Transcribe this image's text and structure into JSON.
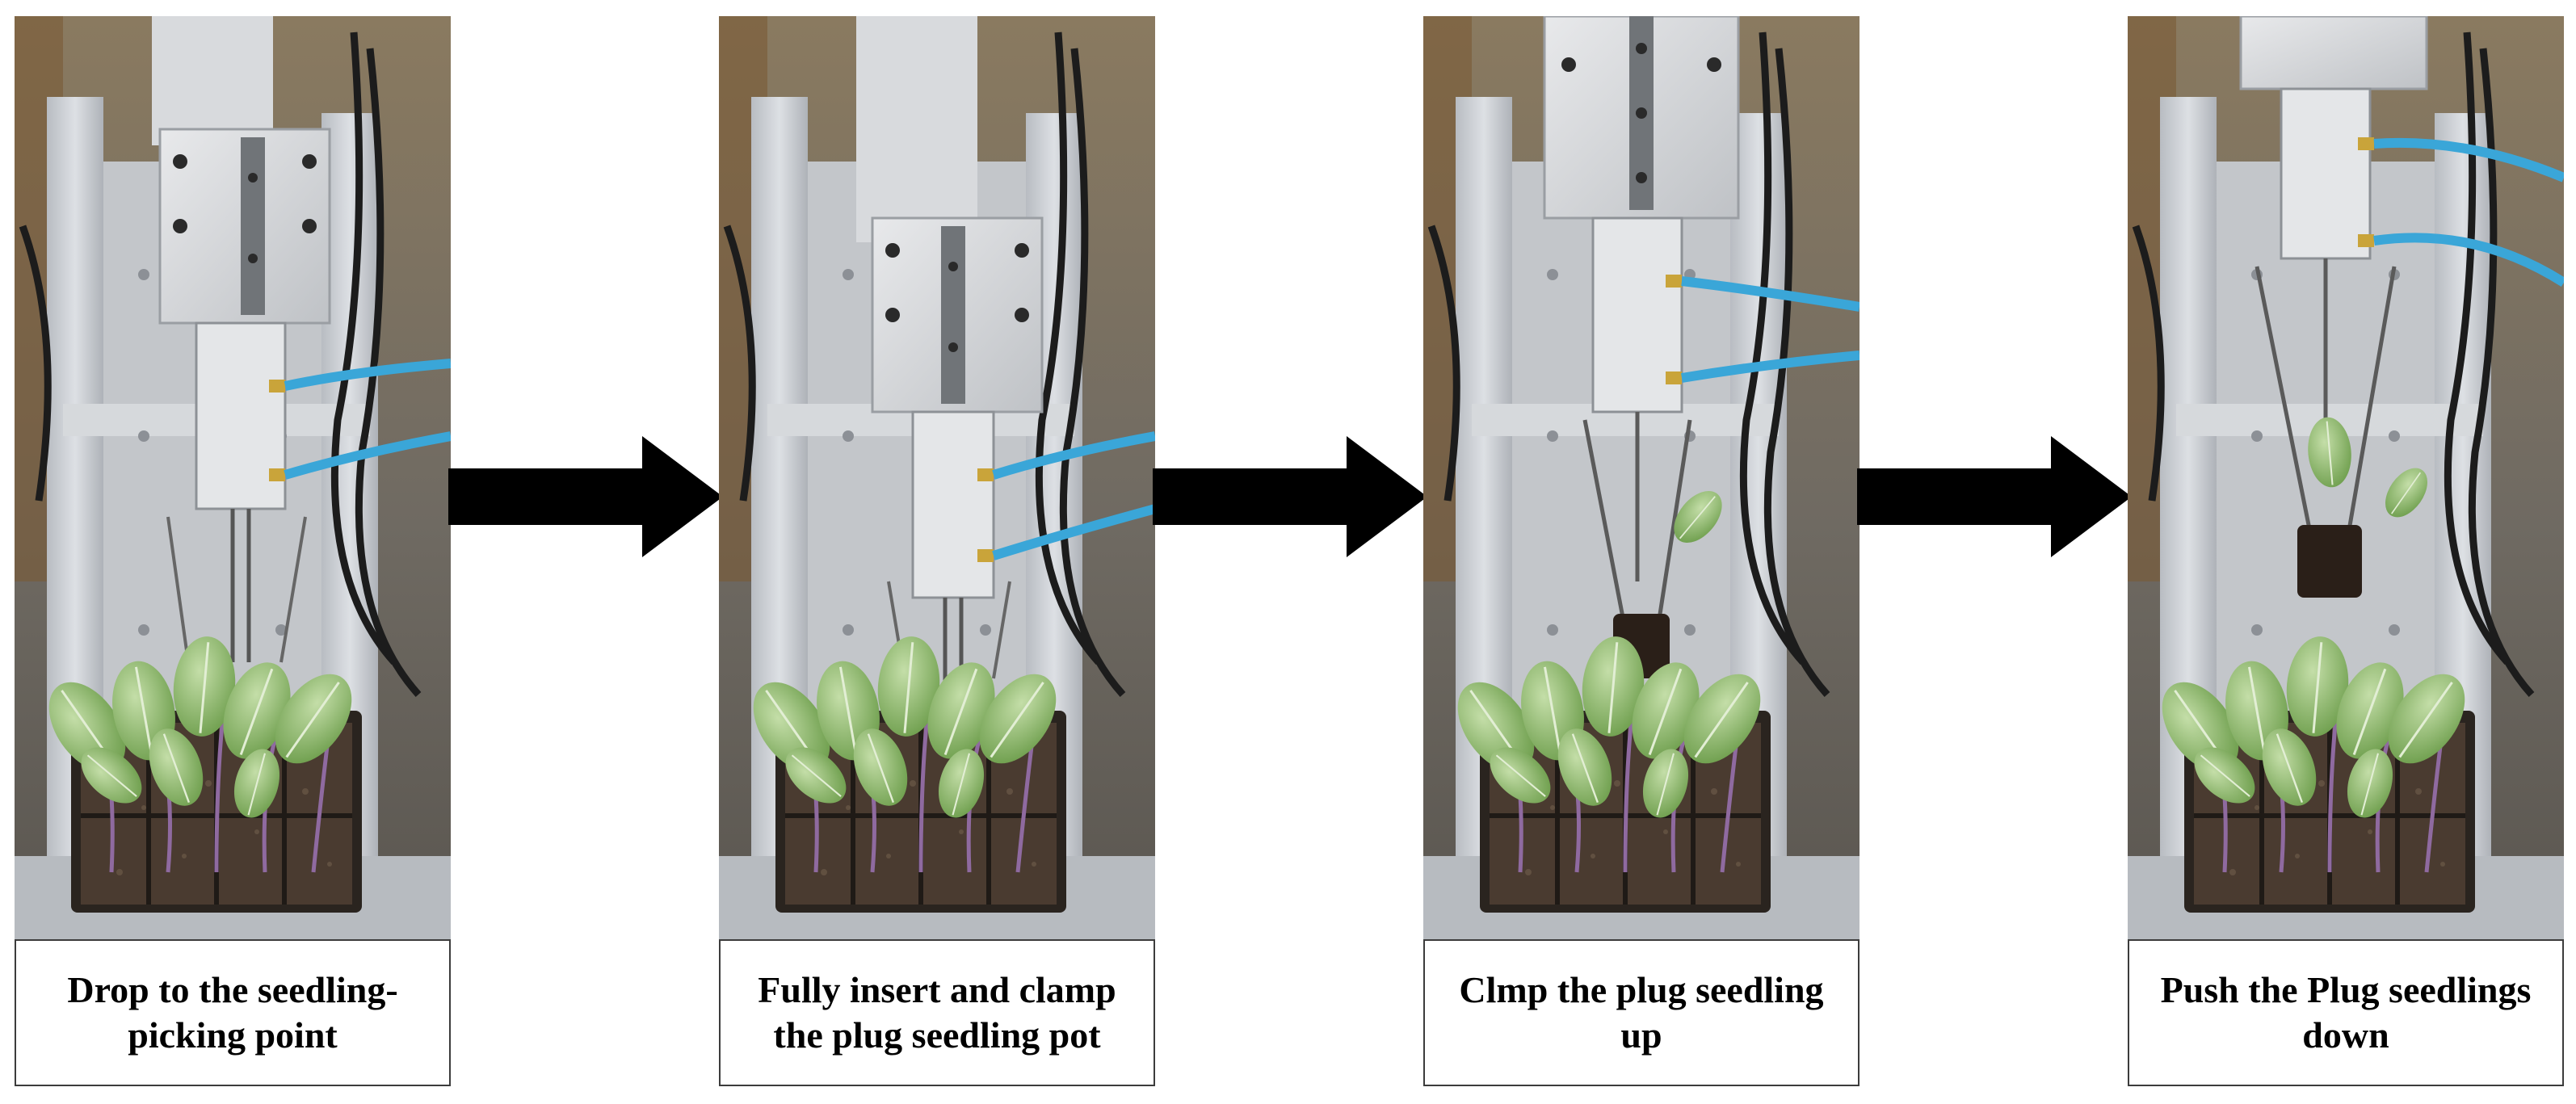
{
  "steps": [
    {
      "caption": "Drop to the seedling-picking point",
      "phase": "drop"
    },
    {
      "caption": "Fully insert and clamp the plug seedling pot",
      "phase": "insert"
    },
    {
      "caption": "Clmp the plug seedling up",
      "phase": "lift"
    },
    {
      "caption": "Push the Plug seedlings down",
      "phase": "push"
    }
  ],
  "colors": {
    "arrow": "#000000",
    "caption_border": "#3c3c3c",
    "tube": "#3aa6d8",
    "frame": "#c9ccd0",
    "leaf": "#8fbf6a",
    "soil": "#3a2e26"
  }
}
